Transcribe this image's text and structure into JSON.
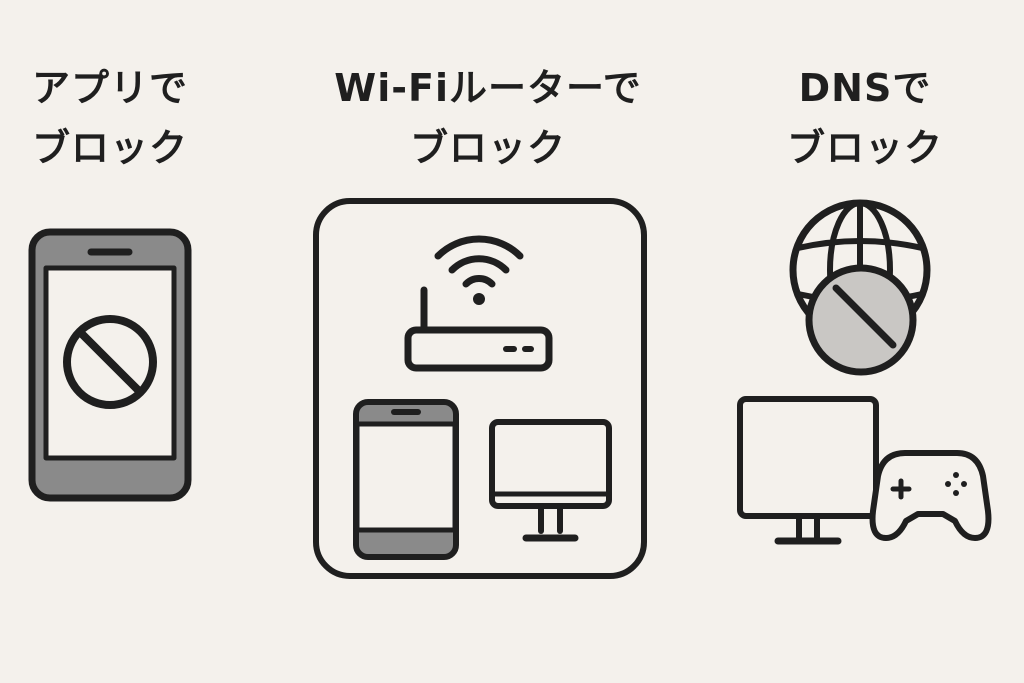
{
  "columns": [
    {
      "id": "app",
      "title_line1": "アプリで",
      "title_line2": "ブロック",
      "icons": [
        "smartphone-icon",
        "prohibited-icon"
      ]
    },
    {
      "id": "wifi",
      "title_line1": "Wi-Fiルーターで",
      "title_line2": "ブロック",
      "icons": [
        "wifi-signal-icon",
        "router-icon",
        "smartphone-icon",
        "monitor-icon"
      ]
    },
    {
      "id": "dns",
      "title_line1": "DNSで",
      "title_line2": "ブロック",
      "icons": [
        "globe-icon",
        "prohibited-icon",
        "monitor-icon",
        "game-controller-icon"
      ]
    }
  ],
  "colors": {
    "background": "#f4f1ec",
    "stroke": "#1f1f1f",
    "fill_gray": "#8a8a8a",
    "fill_light_gray": "#c9c7c4"
  }
}
